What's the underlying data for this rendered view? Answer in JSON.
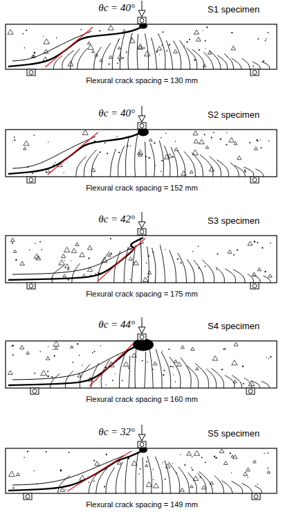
{
  "diagram": {
    "labels": [
      "θc = 40°",
      "S1 specimen",
      "Flexural crack spacing = 130 mm",
      "θc = 40°",
      "S2 specimen",
      "Flexural crack spacing = 152 mm",
      "θc = 42°",
      "S3 specimen",
      "Flexural crack spacing = 175 mm",
      "θc = 44°",
      "S4 specimen",
      "Flexural crack spacing = 160 mm",
      "θc = 32°",
      "S5 specimen",
      "Flexural crack spacing = 149 mm"
    ]
  }
}
